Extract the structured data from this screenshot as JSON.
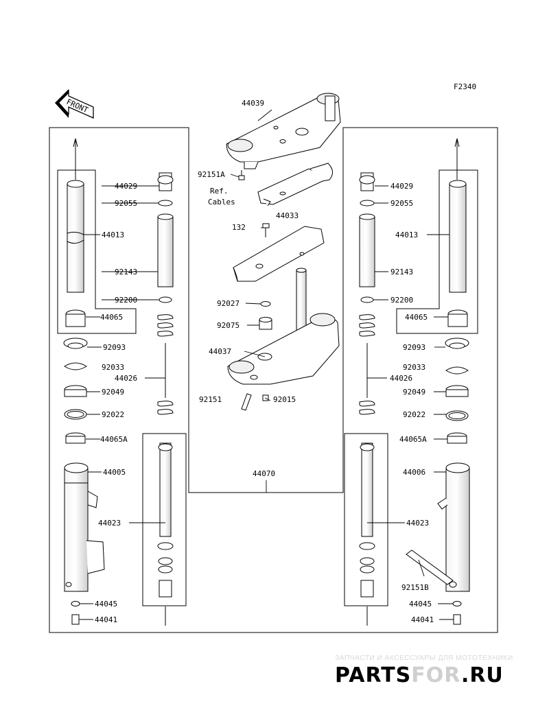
{
  "diagram": {
    "figure_code": "F2340",
    "front_label": "FRONT",
    "ref_cables": [
      "Ref.",
      "Cables"
    ],
    "parts": {
      "p44039": "44039",
      "p92151A": "92151A",
      "p44033": "44033",
      "p132": "132",
      "p92027": "92027",
      "p92075": "92075",
      "p44037": "44037",
      "p92151": "92151",
      "p92015": "92015",
      "p44070": "44070",
      "L44029": "44029",
      "L92055": "92055",
      "L44013": "44013",
      "L92143": "92143",
      "L92200": "92200",
      "L44065": "44065",
      "L92093": "92093",
      "L92033": "92033",
      "L44026": "44026",
      "L92049": "92049",
      "L92022": "92022",
      "L44065A": "44065A",
      "L44005": "44005",
      "L44023": "44023",
      "L44045": "44045",
      "L44041": "44041",
      "R44029": "44029",
      "R92055": "92055",
      "R44013": "44013",
      "R92143": "92143",
      "R92200": "92200",
      "R44065": "44065",
      "R92093": "92093",
      "R92033": "92033",
      "R44026": "44026",
      "R92049": "92049",
      "R92022": "92022",
      "R44065A": "44065A",
      "R44006": "44006",
      "R44023": "44023",
      "R92151B": "92151B",
      "R44045": "44045",
      "R44041": "44041"
    }
  },
  "watermark": {
    "tagline": "ЗАПЧАСТИ И АКСЕССУАРЫ ДЛЯ МОТОТЕХНИКИ",
    "brand_part1": "PARTS",
    "brand_part2": "FOR",
    "brand_part3": ".RU",
    "color_red": "#e8a0a0",
    "color_gray": "#cfcfcf"
  }
}
